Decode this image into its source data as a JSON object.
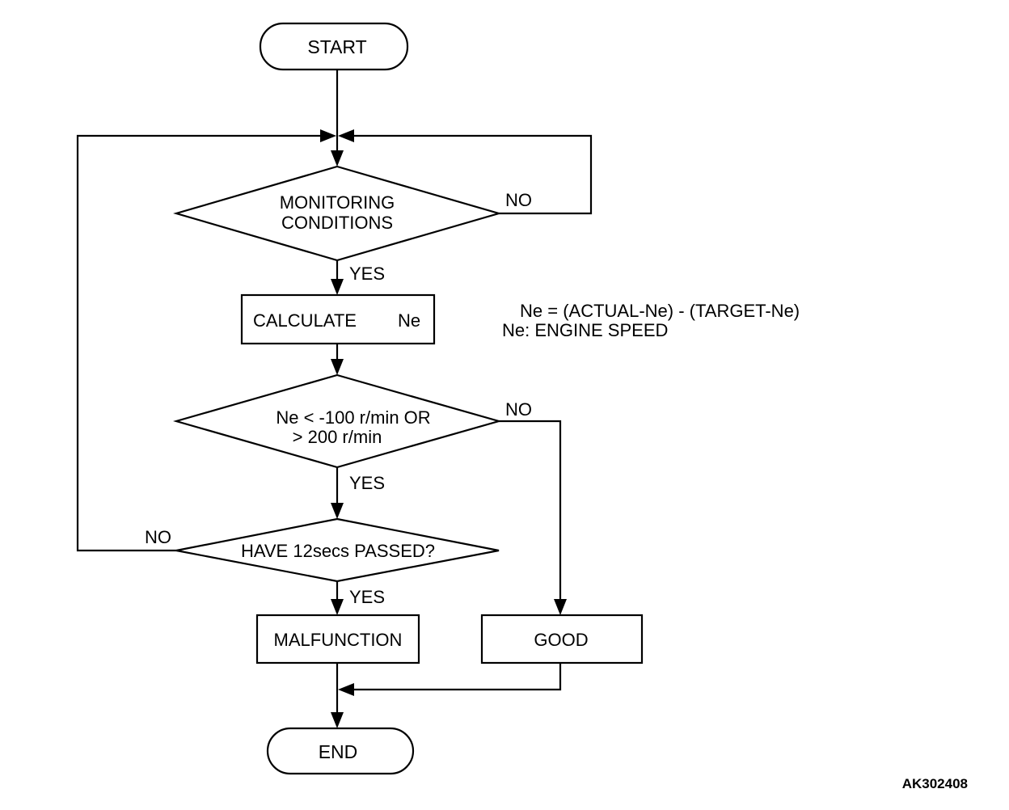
{
  "nodes": {
    "start": "START",
    "monitoring": [
      "MONITORING",
      "CONDITIONS"
    ],
    "calculate": "CALCULATE",
    "calculate_var": "Ne",
    "ne_check": [
      "Ne < -100 r/min OR",
      "> 200 r/min"
    ],
    "time_check": "HAVE 12secs PASSED?",
    "malfunction": "MALFUNCTION",
    "good": "GOOD",
    "end": "END"
  },
  "edges": {
    "monitoring_no": "NO",
    "monitoring_yes": "YES",
    "ne_no": "NO",
    "ne_yes": "YES",
    "time_no": "NO",
    "time_yes": "YES"
  },
  "notes": {
    "formula": "Ne = (ACTUAL-Ne) - (TARGET-Ne)",
    "definition": "Ne: ENGINE SPEED"
  },
  "figure_code": "AK302408",
  "colors": {
    "stroke": "#000000",
    "background": "#ffffff"
  }
}
